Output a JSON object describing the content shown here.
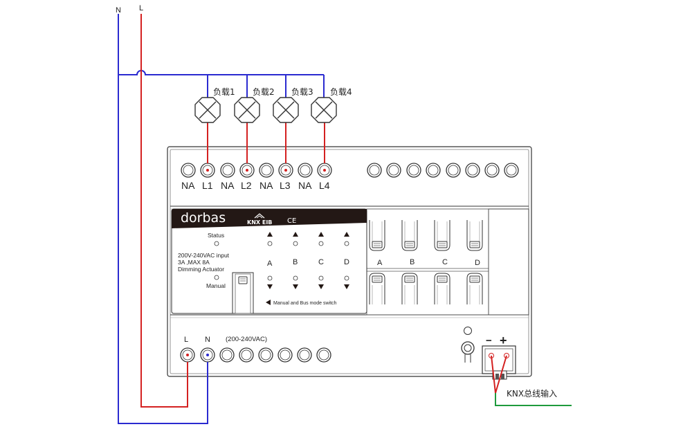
{
  "supply": {
    "neutral_label": "N",
    "live_label": "L"
  },
  "loads": [
    {
      "label": "负载1"
    },
    {
      "label": "负载2"
    },
    {
      "label": "负载3"
    },
    {
      "label": "负载4"
    }
  ],
  "output_terminals": [
    "NA",
    "L1",
    "NA",
    "L2",
    "NA",
    "L3",
    "NA",
    "L4"
  ],
  "panel": {
    "brand": "dorbas",
    "knx_logo": "KNX EIB",
    "ce_mark": "CE",
    "status_label": "Status",
    "spec_lines": [
      "200V-240VAC input",
      "3A ,MAX 8A",
      "Dimming Actuator"
    ],
    "manual_label": "Manual",
    "channels": [
      "A",
      "B",
      "C",
      "D"
    ],
    "switch_note": "Manual and Bus mode switch"
  },
  "relay_channels": [
    "A",
    "B",
    "C",
    "D"
  ],
  "power_terminals": {
    "l_label": "L",
    "n_label": "N",
    "voltage": "(200-240VAC)"
  },
  "bus": {
    "minus": "−",
    "plus": "+",
    "label": "KNX总线输入"
  },
  "colors": {
    "live_wire": "#d42020",
    "neutral_wire": "#2a2ad0",
    "bus_wire": "#1e9a3c",
    "panel_dark": "#231815",
    "outline": "#333333"
  },
  "icons": [
    "lamp-icon",
    "screw-terminal-icon",
    "triangle-up-icon",
    "triangle-down-icon",
    "triangle-left-icon",
    "knx-logo-icon"
  ]
}
